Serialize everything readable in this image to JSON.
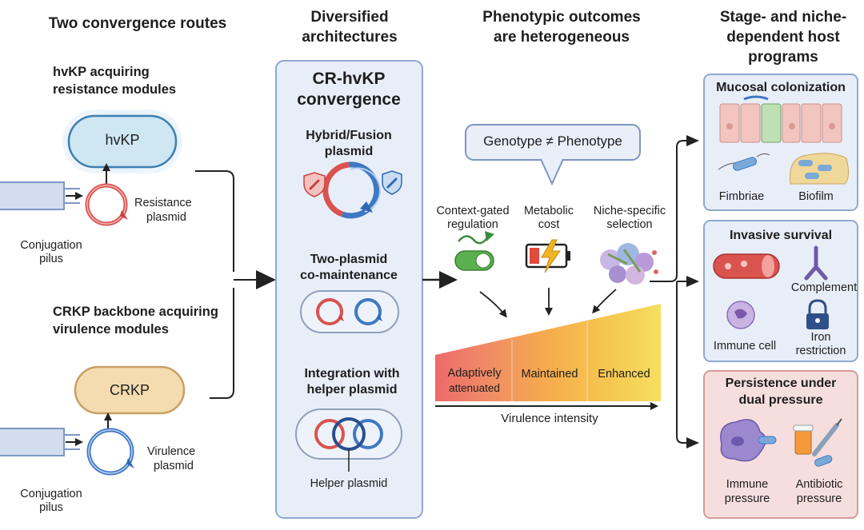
{
  "colors": {
    "panel_fill": "#e8eef8",
    "panel_stroke": "#8fa9cf",
    "resistance_red": "#d9534f",
    "virulence_blue": "#3f78c4",
    "cell_fill": "#cfe3f2",
    "crkp_fill": "#f4dcb0",
    "attenuated": "#ee6a6a",
    "maintained": "#f6ac4d",
    "enhanced": "#f6d955",
    "persistence_box": "#f6dede"
  },
  "headers": {
    "routes": "Two convergence routes",
    "architectures_l1": "Diversified",
    "architectures_l2": "architectures",
    "outcomes_l1": "Phenotypic outcomes",
    "outcomes_l2": "are heterogeneous",
    "programs_l1": "Stage- and niche-",
    "programs_l2": "dependent host",
    "programs_l3": "programs"
  },
  "routes": {
    "route1_l1": "hvKP acquiring",
    "route1_l2": "resistance modules",
    "hvkp_cell": "hvKP",
    "resistance_l1": "Resistance",
    "resistance_l2": "plasmid",
    "pilus1_l1": "Conjugation",
    "pilus1_l2": "pilus",
    "route2_l1": "CRKP backbone acquiring",
    "route2_l2": "virulence modules",
    "crkp_cell": "CRKP",
    "virulence_l1": "Virulence",
    "virulence_l2": "plasmid",
    "pilus2_l1": "Conjugation",
    "pilus2_l2": "pilus"
  },
  "architectures": {
    "title_l1": "CR-hvKP",
    "title_l2": "convergence",
    "hybrid_l1": "Hybrid/Fusion",
    "hybrid_l2": "plasmid",
    "two_l1": "Two-plasmid",
    "two_l2": "co-maintenance",
    "integ_l1": "Integration with",
    "integ_l2": "helper plasmid",
    "helper": "Helper plasmid"
  },
  "outcomes": {
    "bubble": "Genotype ≠ Phenotype",
    "context_l1": "Context-gated",
    "context_l2": "regulation",
    "metabolic_l1": "Metabolic",
    "metabolic_l2": "cost",
    "niche_l1": "Niche-specific",
    "niche_l2": "selection",
    "attenuated_l1": "Adaptively",
    "attenuated_l2": "attenuated",
    "maintained": "Maintained",
    "enhanced": "Enhanced",
    "axis": "Virulence intensity"
  },
  "programs": {
    "mucosal": "Mucosal colonization",
    "fimbriae": "Fimbriae",
    "biofilm": "Biofilm",
    "invasive": "Invasive survival",
    "complement": "Complement",
    "immune_cell": "Immune cell",
    "iron_l1": "Iron",
    "iron_l2": "restriction",
    "persist_l1": "Persistence under",
    "persist_l2": "dual pressure",
    "immune_l1": "Immune",
    "immune_l2": "pressure",
    "antibiotic_l1": "Antibiotic",
    "antibiotic_l2": "pressure"
  }
}
